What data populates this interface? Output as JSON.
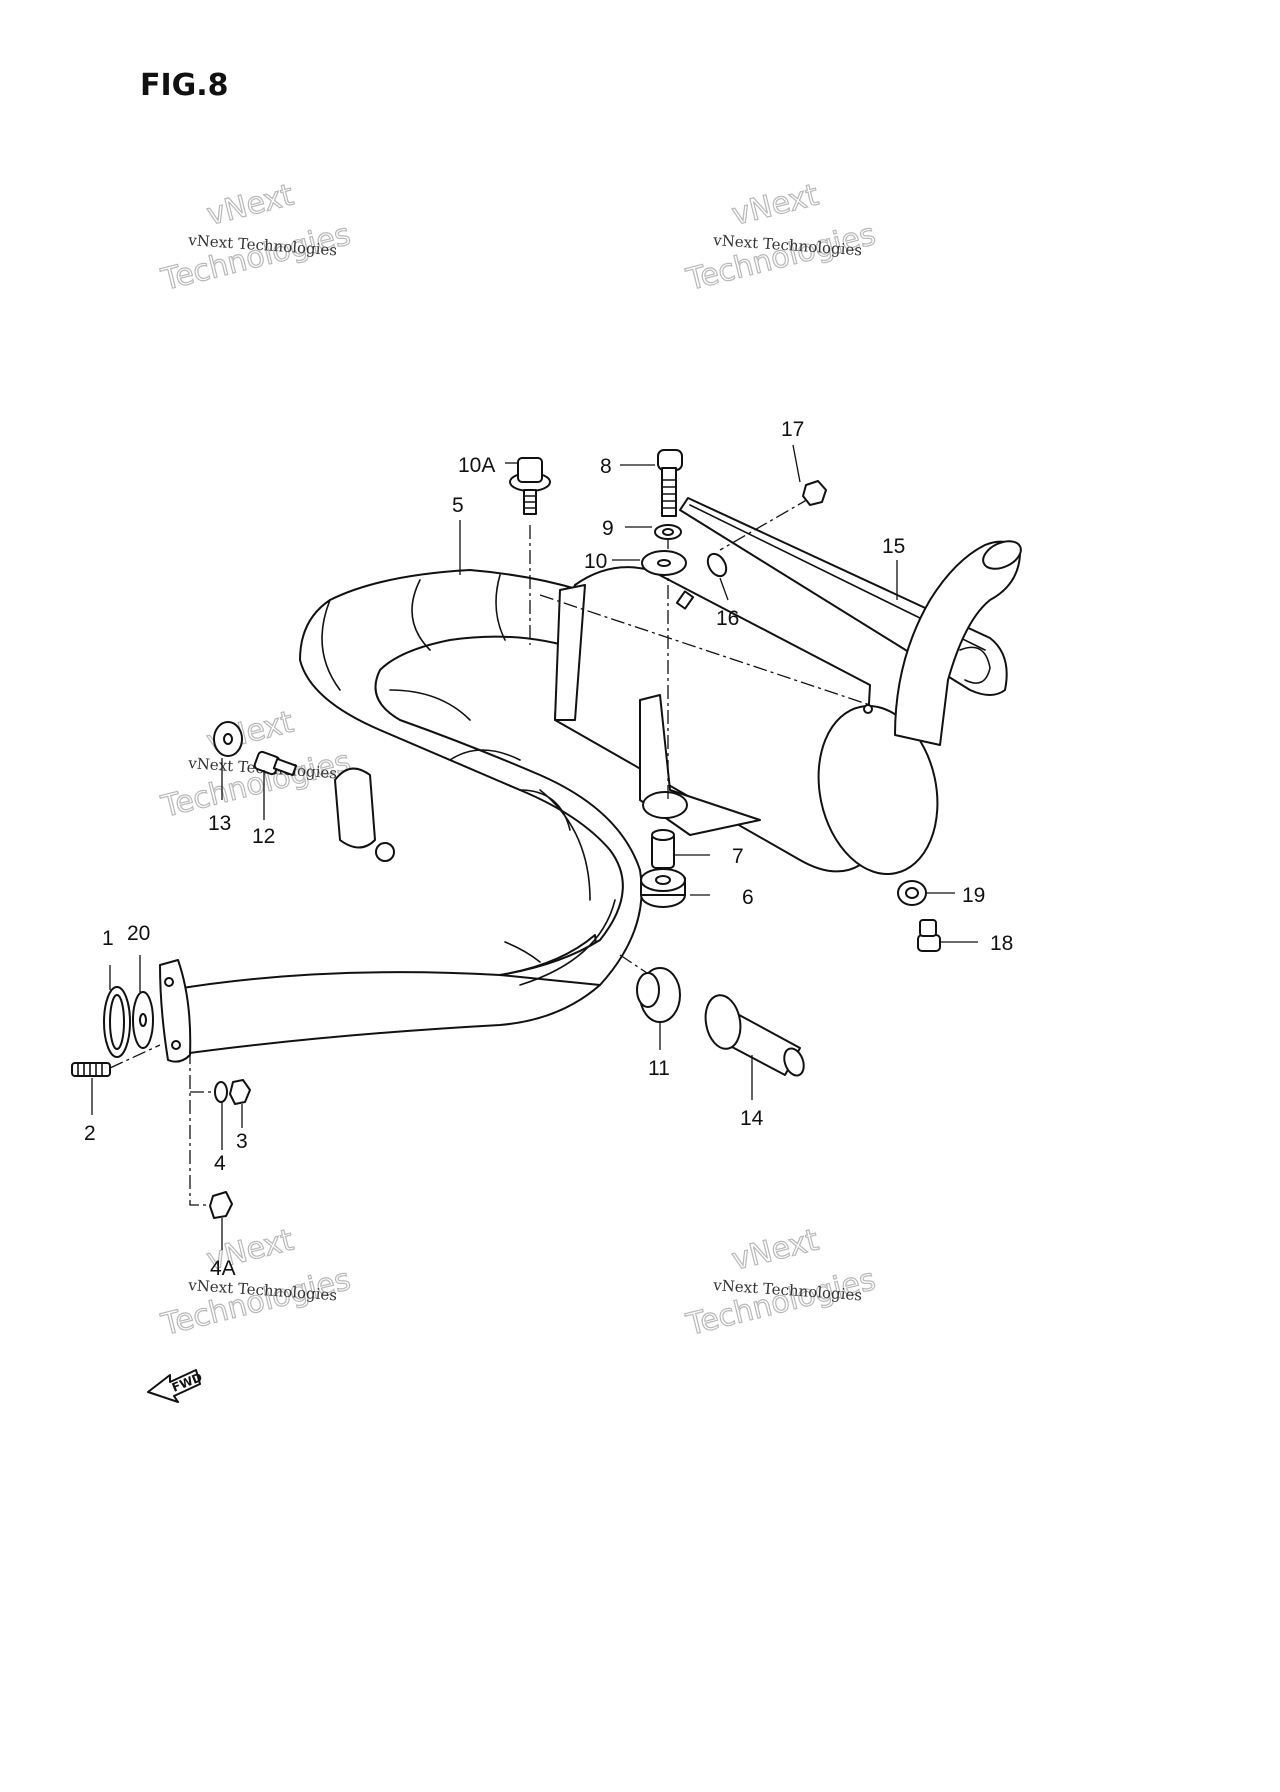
{
  "figure_title": "FIG.8",
  "watermark": {
    "small_text": "vNext Technologies",
    "large_line_1": "vNext",
    "large_line_2": "Technologies"
  },
  "fwd_label": "FWD",
  "callouts": {
    "c1": "1",
    "c2": "2",
    "c3": "3",
    "c4": "4",
    "c4a": "4A",
    "c5": "5",
    "c6": "6",
    "c7": "7",
    "c8": "8",
    "c9": "9",
    "c10": "10",
    "c10a": "10A",
    "c11": "11",
    "c12": "12",
    "c13": "13",
    "c14": "14",
    "c15": "15",
    "c16": "16",
    "c17": "17",
    "c18": "18",
    "c19": "19",
    "c20": "20"
  }
}
